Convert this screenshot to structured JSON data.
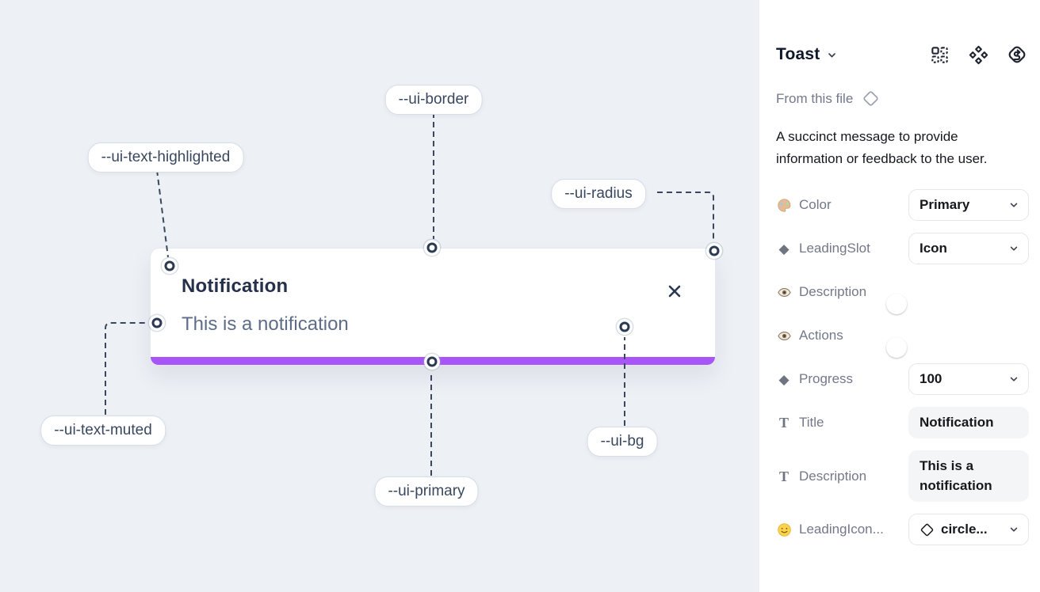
{
  "canvas": {
    "toast": {
      "title": "Notification",
      "description": "This is a notification",
      "close_icon": "x-icon",
      "progress_color": "#a855f7"
    },
    "variable_labels": [
      {
        "text": "--ui-border"
      },
      {
        "text": "--ui-text-highlighted"
      },
      {
        "text": "--ui-radius"
      },
      {
        "text": "--ui-text-muted"
      },
      {
        "text": "--ui-primary"
      },
      {
        "text": "--ui-bg"
      }
    ]
  },
  "panel": {
    "title": "Toast",
    "header_icons": [
      "instance-grid-icon",
      "component-diamonds-icon",
      "subframe-logo-icon"
    ],
    "source": {
      "label": "From this file",
      "icon": "diamond-outline-icon"
    },
    "description": "A succinct message to provide information or feedback to the user.",
    "properties": [
      {
        "icon": "palette-icon",
        "label": "Color",
        "control": "dropdown",
        "value": "Primary"
      },
      {
        "icon": "diamond-icon",
        "label": "LeadingSlot",
        "control": "dropdown",
        "value": "Icon"
      },
      {
        "icon": "eye-icon",
        "label": "Description",
        "control": "toggle",
        "value": "on"
      },
      {
        "icon": "eye-icon",
        "label": "Actions",
        "control": "toggle",
        "value": "on"
      },
      {
        "icon": "diamond-icon",
        "label": "Progress",
        "control": "dropdown",
        "value": "100"
      },
      {
        "icon": "text-icon",
        "label": "Title",
        "control": "text-field",
        "value": "Notification"
      },
      {
        "icon": "text-icon",
        "label": "Description",
        "control": "text-field",
        "value": "This is a notification"
      },
      {
        "icon": "smiley-icon",
        "label": "LeadingIcon...",
        "control": "dropdown",
        "value": "circle...",
        "value_icon": "diamond-outline-icon"
      }
    ]
  },
  "colors": {
    "canvas_bg": "#edf0f5",
    "primary_purple": "#a855f7",
    "toggle_blue": "#1d9bf0",
    "annotation_ink": "#39485f"
  }
}
